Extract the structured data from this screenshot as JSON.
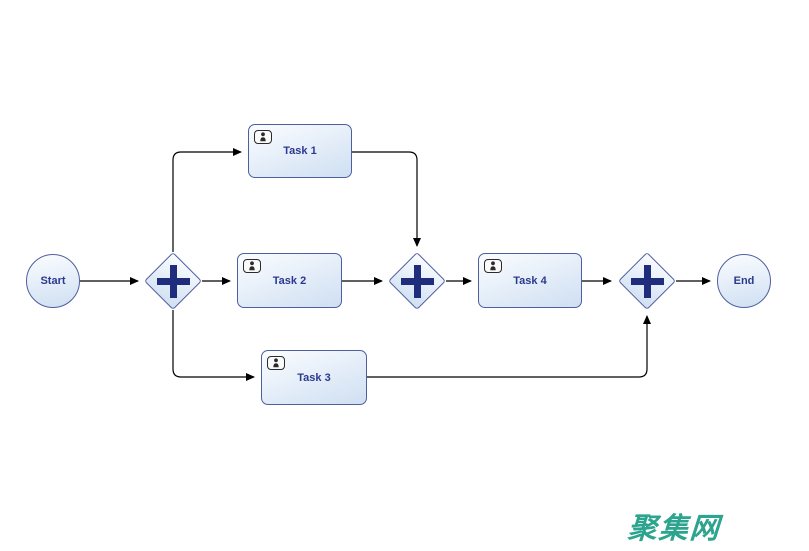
{
  "colors": {
    "canvas-bg": "#ffffff",
    "node-border": "#4f5e9e",
    "fill-top": "#fbfdff",
    "fill-bottom": "#cfdff2",
    "label-text": "#2b3a8f",
    "gateway-plus": "#202c7c",
    "connector": "#000000",
    "watermark-color": "#2ca48e"
  },
  "diagram": {
    "type": "bpmn-parallel-process-flow",
    "start_event": {
      "label": "Start"
    },
    "end_event": {
      "label": "End"
    },
    "tasks": [
      {
        "label": "Task 1",
        "icon": "user-task-icon"
      },
      {
        "label": "Task 2",
        "icon": "user-task-icon"
      },
      {
        "label": "Task 3",
        "icon": "user-task-icon"
      },
      {
        "label": "Task 4",
        "icon": "user-task-icon"
      }
    ],
    "gateways": [
      {
        "name": "parallel-split-gateway",
        "icon": "plus-icon"
      },
      {
        "name": "parallel-join-gateway-1",
        "icon": "plus-icon"
      },
      {
        "name": "parallel-join-gateway-2",
        "icon": "plus-icon"
      }
    ],
    "flows": [
      {
        "from": "Start",
        "to": "parallel-split-gateway"
      },
      {
        "from": "parallel-split-gateway",
        "to": "Task 1"
      },
      {
        "from": "parallel-split-gateway",
        "to": "Task 2"
      },
      {
        "from": "parallel-split-gateway",
        "to": "Task 3"
      },
      {
        "from": "Task 1",
        "to": "parallel-join-gateway-1"
      },
      {
        "from": "Task 2",
        "to": "parallel-join-gateway-1"
      },
      {
        "from": "parallel-join-gateway-1",
        "to": "Task 4"
      },
      {
        "from": "Task 4",
        "to": "parallel-join-gateway-2"
      },
      {
        "from": "Task 3",
        "to": "parallel-join-gateway-2"
      },
      {
        "from": "parallel-join-gateway-2",
        "to": "End"
      }
    ]
  },
  "watermark": {
    "text": "聚集网"
  }
}
